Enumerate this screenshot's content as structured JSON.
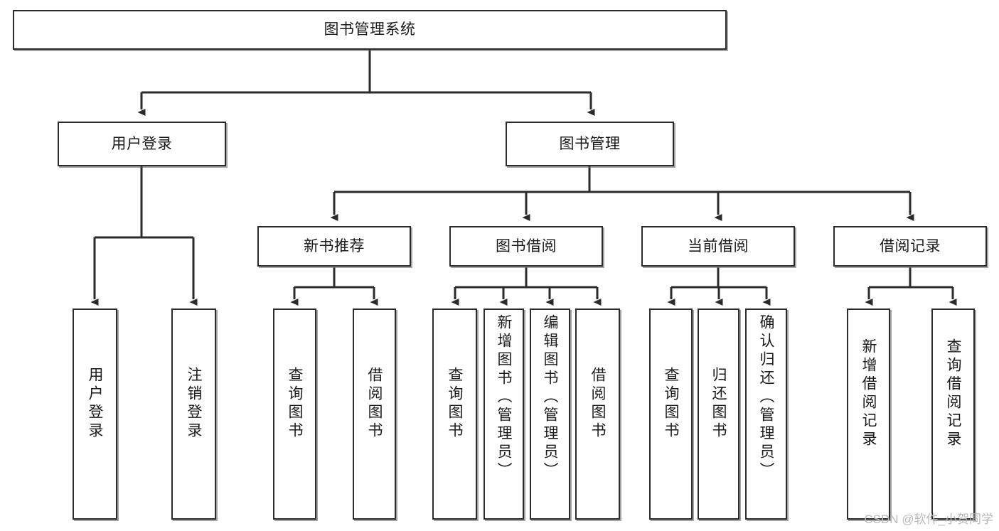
{
  "diagram": {
    "title": "图书管理系统",
    "type": "hierarchy-tree",
    "watermark": "CSDN @软件_小贺同学",
    "colors": {
      "box_border": "#2b2b2b",
      "box_fill": "#ffffff",
      "connector": "#2b2b2b",
      "shadow": "#5a5a5a",
      "text": "#1a1a1a",
      "watermark": "#b9b9b9"
    },
    "levels": {
      "root": {
        "label": "图书管理系统"
      },
      "level2": [
        {
          "id": "user-login",
          "label": "用户登录"
        },
        {
          "id": "book-manage",
          "label": "图书管理"
        }
      ],
      "level3": [
        {
          "id": "new-book-recommend",
          "label": "新书推荐"
        },
        {
          "id": "book-borrow",
          "label": "图书借阅"
        },
        {
          "id": "current-borrow",
          "label": "当前借阅"
        },
        {
          "id": "borrow-record",
          "label": "借阅记录"
        }
      ],
      "leaves": {
        "user-login": [
          {
            "id": "leaf-user-login",
            "label": "用户登录"
          },
          {
            "id": "leaf-user-logout",
            "label": "注销登录"
          }
        ],
        "new-book-recommend": [
          {
            "id": "leaf-query-book-1",
            "label": "查询图书"
          },
          {
            "id": "leaf-borrow-book-1",
            "label": "借阅图书"
          }
        ],
        "book-borrow": [
          {
            "id": "leaf-query-book-2",
            "label": "查询图书"
          },
          {
            "id": "leaf-add-book",
            "label": "新增图书（管理员）"
          },
          {
            "id": "leaf-edit-book",
            "label": "编辑图书（管理员）"
          },
          {
            "id": "leaf-borrow-book-2",
            "label": "借阅图书"
          }
        ],
        "current-borrow": [
          {
            "id": "leaf-query-book-3",
            "label": "查询图书"
          },
          {
            "id": "leaf-return-book",
            "label": "归还图书"
          },
          {
            "id": "leaf-confirm-return",
            "label": "确认归还（管理员）"
          }
        ],
        "borrow-record": [
          {
            "id": "leaf-add-record",
            "label": "新增借阅记录"
          },
          {
            "id": "leaf-query-record",
            "label": "查询借阅记录"
          }
        ]
      }
    }
  }
}
